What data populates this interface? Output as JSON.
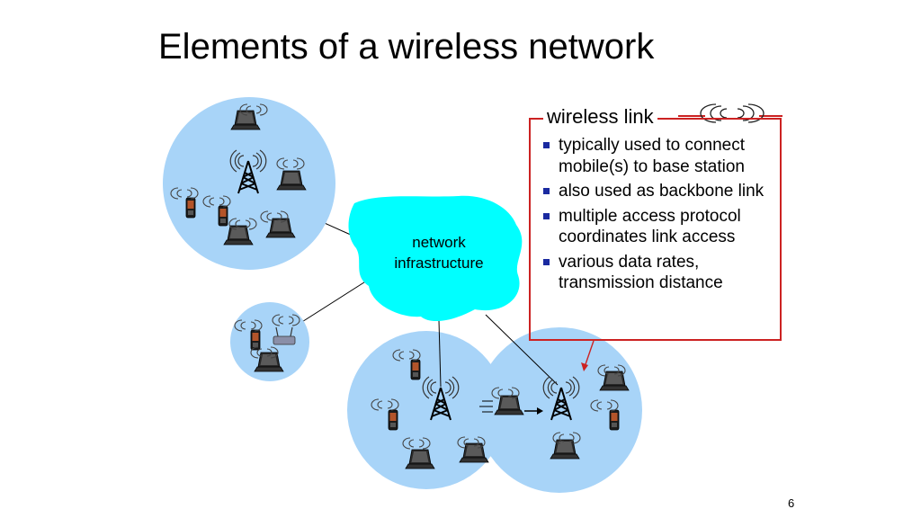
{
  "slide": {
    "title": "Elements of a wireless network",
    "page_number": "6"
  },
  "diagram": {
    "cloud_label_line1": "network",
    "cloud_label_line2": "infrastructure",
    "callout": {
      "heading": "wireless link",
      "bullets": [
        "typically used to connect mobile(s) to base station",
        "also used as backbone link",
        "multiple access protocol coordinates link access",
        "various data rates, transmission distance"
      ]
    },
    "colors": {
      "cell": "#a8d4f8",
      "cloud": "#00ffff",
      "callout_border": "#cc2222",
      "bullet": "#1a2aa0"
    }
  }
}
